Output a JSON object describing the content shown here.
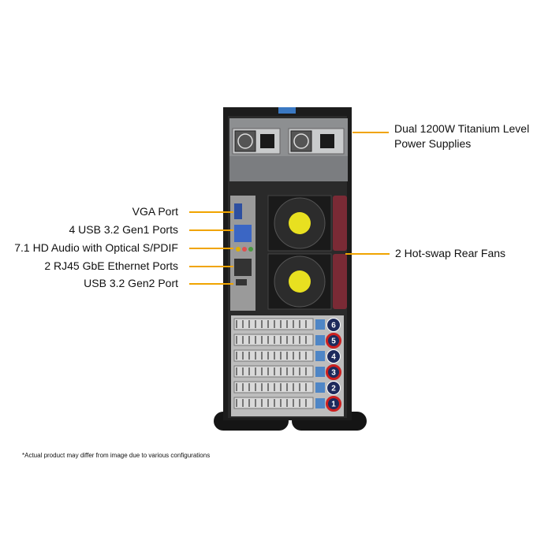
{
  "callouts": {
    "power": [
      "Dual 1200W Titanium Level",
      "Power Supplies"
    ],
    "fans": "2 Hot-swap Rear Fans",
    "vga": "VGA Port",
    "usb_gen1": "4 USB 3.2 Gen1 Ports",
    "audio": "7.1 HD Audio with Optical S/PDIF",
    "ethernet": "2 RJ45 GbE Ethernet Ports",
    "usb_gen2": "USB 3.2 Gen2 Port"
  },
  "slot_numbers": [
    "6",
    "5",
    "4",
    "3",
    "2",
    "1"
  ],
  "footnote": "*Actual product may differ from image due to various configurations",
  "colors": {
    "leader": "#f0a400",
    "chassis": "#1c1c1c",
    "panel": "#3a3a3a",
    "psu": "#c9cbcc",
    "fan_blade": "#e8e020",
    "fan_handle": "#7a2a35",
    "slot_blue": "#4f86c6",
    "badge_red": "#cc1f1f",
    "badge_navy": "#1d2a5c"
  }
}
